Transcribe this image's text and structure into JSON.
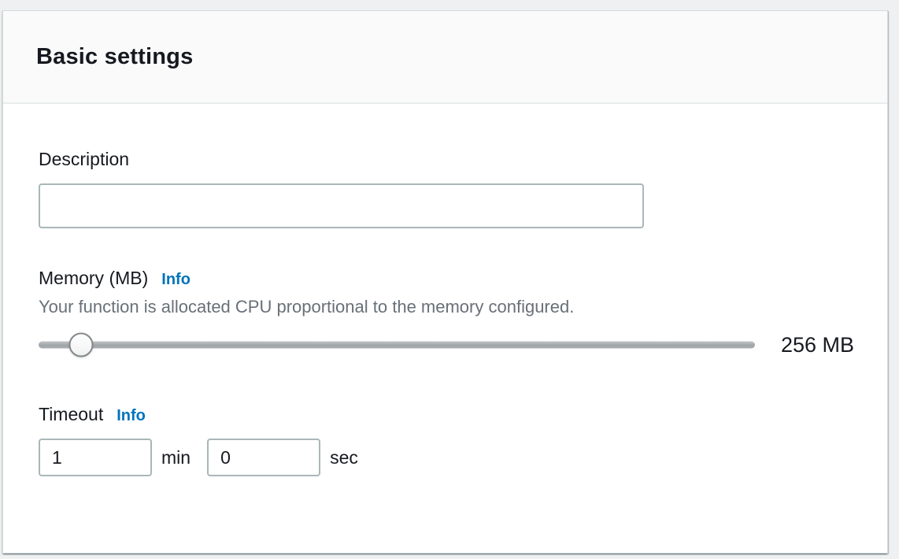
{
  "panel": {
    "title": "Basic settings"
  },
  "description": {
    "label": "Description",
    "value": "",
    "placeholder": ""
  },
  "memory": {
    "label": "Memory (MB)",
    "info_label": "Info",
    "helper": "Your function is allocated CPU proportional to the memory configured.",
    "value_display": "256 MB",
    "slider_percent": 5.9
  },
  "timeout": {
    "label": "Timeout",
    "info_label": "Info",
    "minutes_value": "1",
    "minutes_unit": "min",
    "seconds_value": "0",
    "seconds_unit": "sec"
  },
  "colors": {
    "link_blue": "#0073bb",
    "text_dark": "#16191f",
    "helper_gray": "#687078",
    "input_border": "#aab7b8",
    "header_bg": "#fafafa",
    "page_bg": "#eef0f1"
  }
}
